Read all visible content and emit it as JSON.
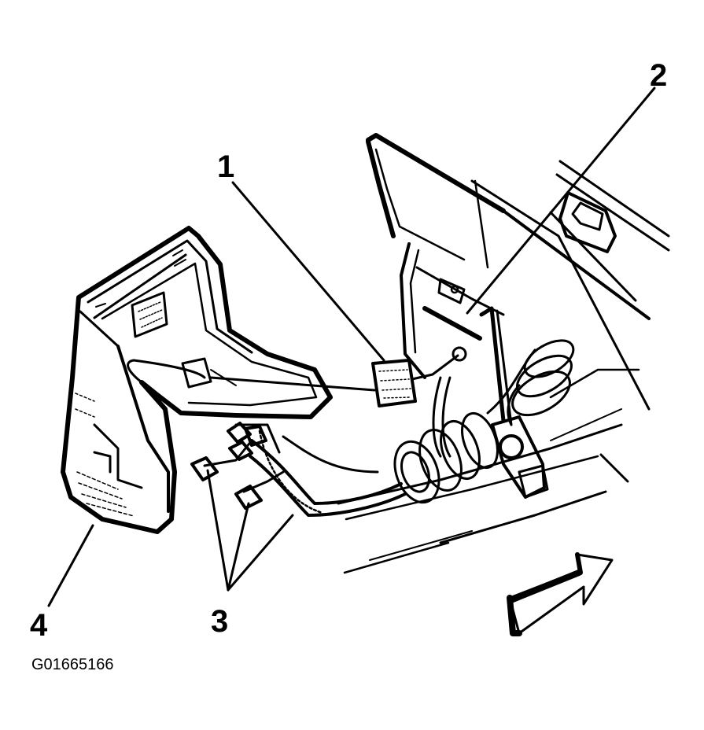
{
  "figure": {
    "id": "G01665166",
    "callouts": [
      "1",
      "2",
      "3",
      "4"
    ]
  },
  "colors": {
    "ink": "#000000",
    "paper": "#ffffff"
  },
  "icons": {
    "direction_arrow": "front-direction-arrow-icon"
  }
}
